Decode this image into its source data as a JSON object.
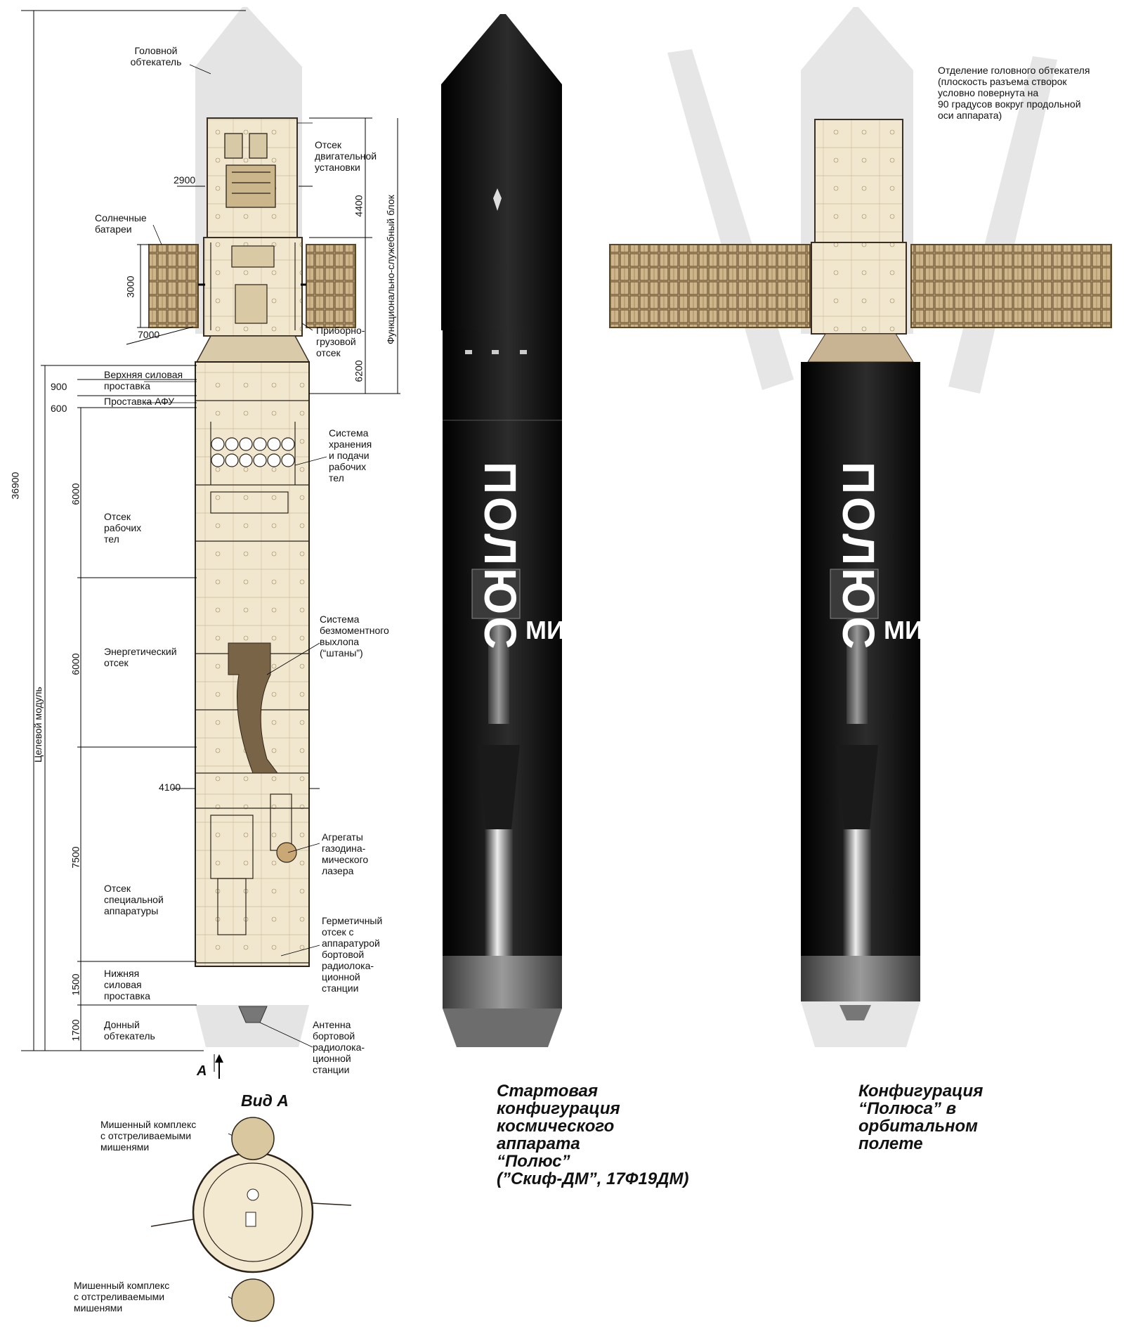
{
  "colors": {
    "fairing": "#e6e6e6",
    "body_black": "#0d0d0d",
    "cutaway": "#efe4cc",
    "cutaway_line": "#3a2f22",
    "solar_panel": "#c9ad80",
    "line": "#000000",
    "bottom_metal": "#6f6f6f"
  },
  "labels": {
    "head_fairing": "Головной\nобтекатель",
    "engine_compartment": "Отсек\nдвигательной\nустановки",
    "solar_batteries": "Солнечные\nбатареи",
    "instrument_cargo": "Приборно-\nгрузовой\nотсек",
    "upper_adapter": "Верхняя силовая\nпроставка",
    "afu_adapter": "Проставка АФУ",
    "working_fluid_storage": "Система\nхранения\nи подачи\nрабочих\nтел",
    "working_fluid_compartment": "Отсек\nрабочих\nтел",
    "momentless_exhaust": "Система\nбезмоментного\nвыхлопа\n(“штаны”)",
    "energy_compartment": "Энергетический\nотсек",
    "laser_units": "Агрегаты\nгазодина-\nмического\nлазера",
    "special_equipment": "Отсек\nспециальной\nаппаратуры",
    "sealed_radar_compartment": "Герметичный\nотсек с\nаппаратурой\nбортовой\nрадиолока-\nционной\nстанции",
    "lower_adapter": "Нижняя\nсиловая\nпроставка",
    "bottom_fairing": "Донный\nобтекатель",
    "radar_antenna": "Антенна\nбортовой\nрадиолока-\nционной\nстанции",
    "target_module": "Целевой модуль",
    "functional_block": "Функционально-служебный блок",
    "fairing_separation": "Отделение головного обтекателя\n(плоскость разъема створок\nусловно повернута на\n90 градусов вокруг продольной\nоси аппарата)",
    "target_complex_top": "Мишенный комплекс\nс отстреливаемыми\nмишенями",
    "target_complex_bottom": "Мишенный комплекс\nс отстреливаемыми\nмишенями",
    "view_arrow": "А",
    "view_a": "Вид А"
  },
  "dims": {
    "d2900": "2900",
    "d4400": "4400",
    "d3000": "3000",
    "d7000": "7000",
    "d6200": "6200",
    "d900": "900",
    "d600": "600",
    "d36900": "36900",
    "d6000a": "6000",
    "d6000b": "6000",
    "d4100": "4100",
    "d7500": "7500",
    "d1500": "1500",
    "d1700": "1700"
  },
  "body_text": {
    "polus": "ПОЛЮС",
    "mir": "МИ"
  },
  "captions": {
    "launch": "Стартовая\nконфигурация\nкосмического\nаппарата\n“Полюс”\n(”Скиф-ДМ”, 17Ф19ДМ)",
    "orbital": "Конфигурация\n“Полюса” в\nорбитальном\nполете"
  }
}
